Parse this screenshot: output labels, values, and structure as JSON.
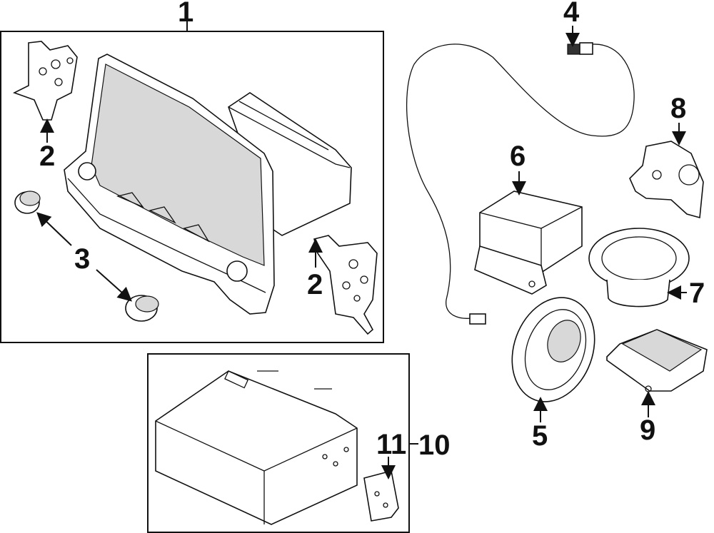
{
  "diagram": {
    "callouts": {
      "c1": "1",
      "c2a": "2",
      "c2b": "2",
      "c3": "3",
      "c4": "4",
      "c5": "5",
      "c6": "6",
      "c7": "7",
      "c8": "8",
      "c9": "9",
      "c10": "10",
      "c11": "11"
    },
    "parts": [
      "mounting-bracket-left",
      "mounting-bracket-right",
      "display-head-unit",
      "knob-upper",
      "knob-lower",
      "gps-antenna-cable",
      "control-module",
      "front-speaker",
      "tweeter-speaker",
      "speaker-housing",
      "amplifier",
      "navigation-unit",
      "hinge-bracket"
    ]
  }
}
